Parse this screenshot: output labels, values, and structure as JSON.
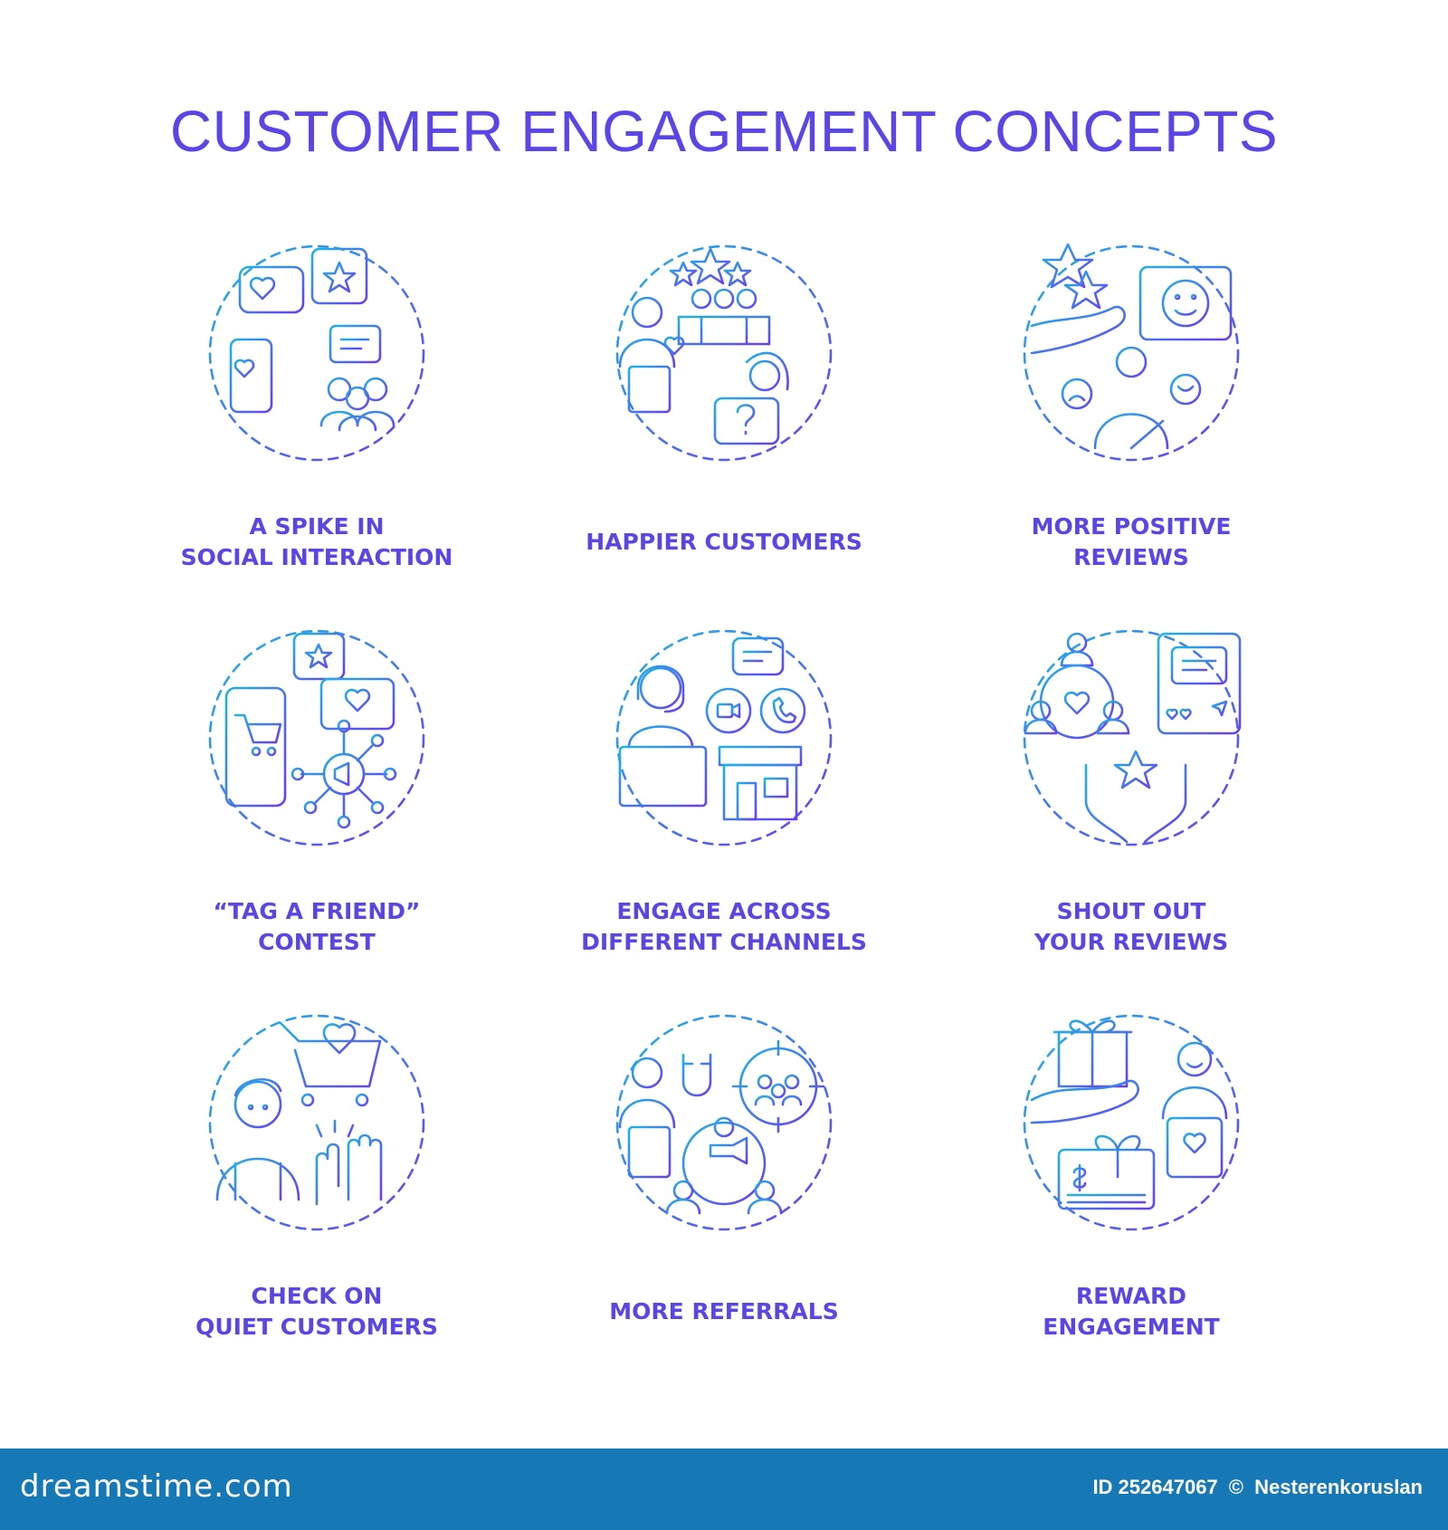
{
  "title": "CUSTOMER ENGAGEMENT CONCEPTS",
  "colors": {
    "title": "#5a45e6",
    "label": "#5a46e2",
    "gradient_start": "#1fb3e6",
    "gradient_end": "#6a3ef0",
    "footer_bg": "#1679b6",
    "footer_text": "#ffffff"
  },
  "concepts": [
    {
      "icon": "social-interaction-icon",
      "label_lines": [
        "A SPIKE IN",
        "SOCIAL INTERACTION"
      ]
    },
    {
      "icon": "happy-customers-icon",
      "label_lines": [
        "HAPPIER CUSTOMERS"
      ]
    },
    {
      "icon": "positive-reviews-icon",
      "label_lines": [
        "MORE POSITIVE",
        "REVIEWS"
      ]
    },
    {
      "icon": "tag-a-friend-icon",
      "label_lines": [
        "“TAG A FRIEND”",
        "CONTEST"
      ]
    },
    {
      "icon": "multichannel-icon",
      "label_lines": [
        "ENGAGE ACROSS",
        "DIFFERENT CHANNELS"
      ]
    },
    {
      "icon": "shout-out-reviews-icon",
      "label_lines": [
        "SHOUT OUT",
        "YOUR REVIEWS"
      ]
    },
    {
      "icon": "quiet-customers-icon",
      "label_lines": [
        "CHECK ON",
        "QUIET CUSTOMERS"
      ]
    },
    {
      "icon": "referrals-icon",
      "label_lines": [
        "MORE REFERRALS"
      ]
    },
    {
      "icon": "reward-engagement-icon",
      "label_lines": [
        "REWARD",
        "ENGAGEMENT"
      ]
    }
  ],
  "footer": {
    "brand": "dreamstime.com",
    "id_text": "ID 252647067",
    "copyright_symbol": "©",
    "author": "Nesterenkoruslan"
  }
}
